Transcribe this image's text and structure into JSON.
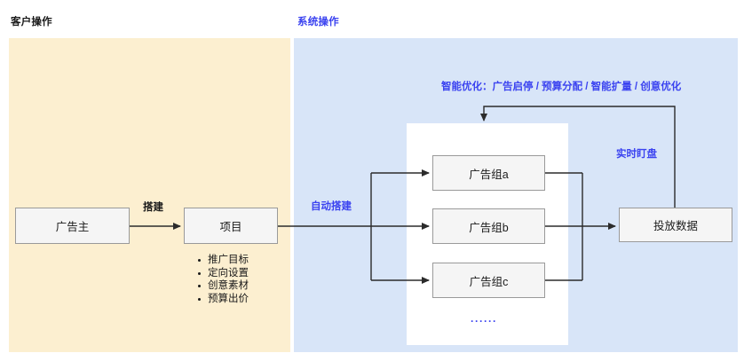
{
  "sections": {
    "customer": {
      "title": "客户操作",
      "color": "#1a1a1a",
      "bg": "#fcefd0"
    },
    "system": {
      "title": "系统操作",
      "color": "#3b43f0",
      "bg": "#d8e5f8"
    }
  },
  "nodes": {
    "advertiser": "广告主",
    "project": "项目",
    "group_a": "广告组a",
    "group_b": "广告组b",
    "group_c": "广告组c",
    "delivery": "投放数据"
  },
  "project_attributes": [
    "推广目标",
    "定向设置",
    "创意素材",
    "预算出价"
  ],
  "edge_labels": {
    "build": "搭建",
    "auto_build": "自动搭建",
    "optimize": "智能优化：广告启停 / 预算分配 / 智能扩量 / 创意优化",
    "realtime": "实时盯盘"
  },
  "ellipsis": "······",
  "colors": {
    "accent_blue": "#3b43f0",
    "panel_customer": "#fcefd0",
    "panel_system": "#d8e5f8",
    "node_fill": "#f5f5f5",
    "node_border": "#9a9a9a",
    "connector": "#2b2b2b"
  }
}
